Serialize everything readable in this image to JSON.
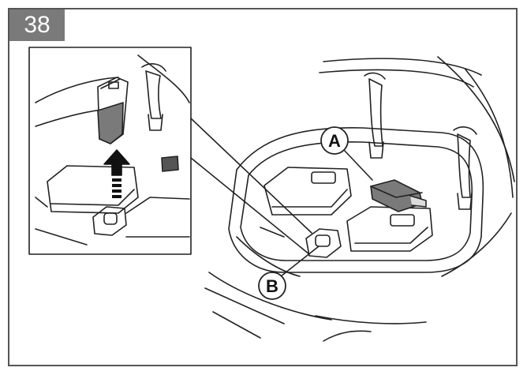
{
  "step": {
    "number": "38"
  },
  "callouts": {
    "a": "A",
    "b": "B"
  },
  "colors": {
    "badge": "#7a7a7a",
    "line": "#222222",
    "battery": "#666666",
    "frame": "#555555"
  },
  "icons": {
    "arrow": "up-arrow-icon"
  }
}
